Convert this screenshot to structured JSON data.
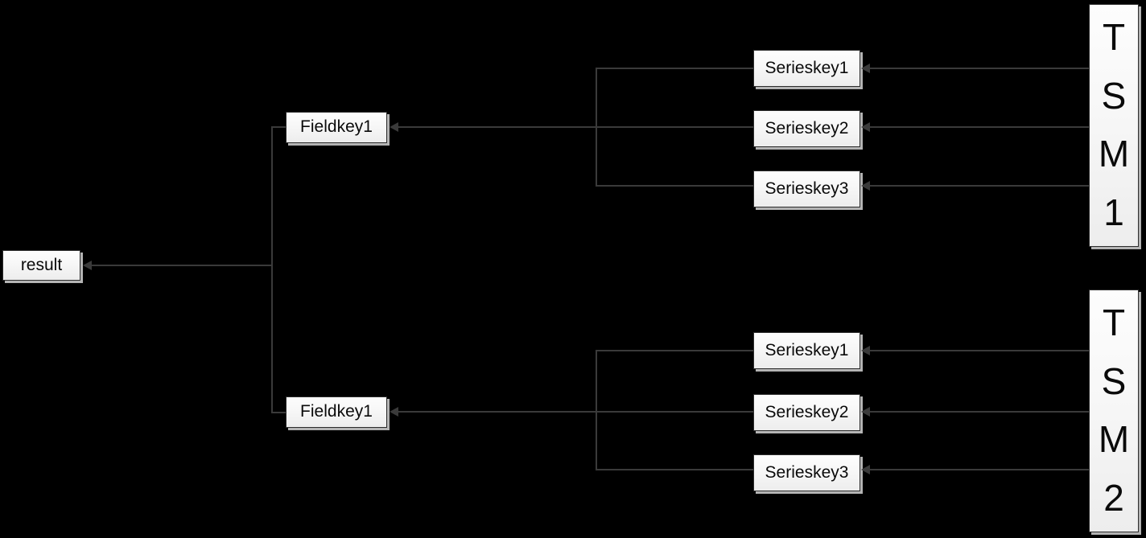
{
  "diagram": {
    "title": "result",
    "background_color": "#000000",
    "line_color": "#3a3a3a",
    "node_fill": "#f7f7f7",
    "node_border": "#2b2b2b",
    "result": {
      "label": "result"
    },
    "branches": [
      {
        "fieldkey": {
          "label": "Fieldkey1"
        },
        "serieskeys": [
          {
            "label": "Serieskey1"
          },
          {
            "label": "Serieskey2"
          },
          {
            "label": "Serieskey3"
          }
        ],
        "source": {
          "label": "TSM1",
          "chars": [
            "T",
            "S",
            "M",
            "1"
          ]
        }
      },
      {
        "fieldkey": {
          "label": "Fieldkey1"
        },
        "serieskeys": [
          {
            "label": "Serieskey1"
          },
          {
            "label": "Serieskey2"
          },
          {
            "label": "Serieskey3"
          }
        ],
        "source": {
          "label": "TSM2",
          "chars": [
            "T",
            "S",
            "M",
            "2"
          ]
        }
      }
    ]
  }
}
